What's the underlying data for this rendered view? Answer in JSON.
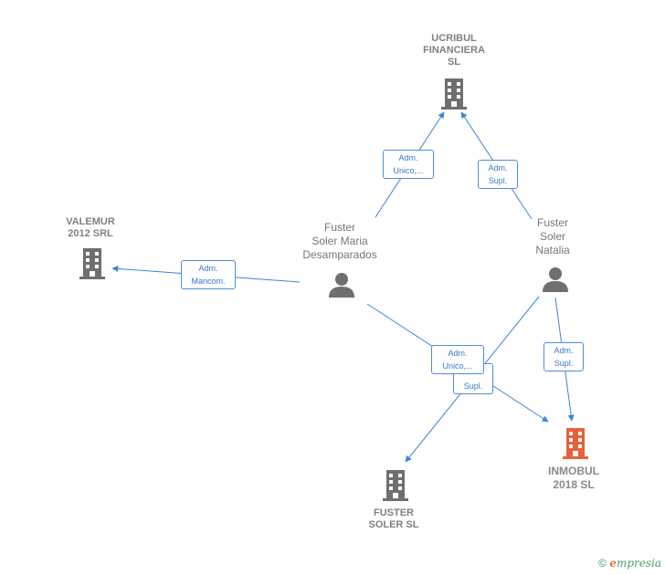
{
  "nodes": {
    "ucribul": {
      "label": "UCRIBUL\nFINANCIERA\nSL",
      "type": "company"
    },
    "valemur": {
      "label": "VALEMUR\n2012 SRL",
      "type": "company"
    },
    "fuster_maria": {
      "label": "Fuster\nSoler Maria\nDesamparados",
      "type": "person"
    },
    "fuster_natalia": {
      "label": "Fuster\nSoler\nNatalia",
      "type": "person"
    },
    "inmobul": {
      "label": "INMOBUL\n2018  SL",
      "type": "company",
      "highlight": true
    },
    "fuster_soler_sl": {
      "label": "FUSTER\nSOLER  SL",
      "type": "company"
    }
  },
  "edges": {
    "maria_ucribul": "Adm.\nUnico,...",
    "natalia_ucribul": "Adm.\nSupl.",
    "maria_valemur": "Adm.\nMancom.",
    "maria_inmobul": "Adm.\nUnico,...",
    "natalia_inmobul_b": "Supl.",
    "natalia_inmobul": "Adm.\nSupl."
  },
  "colors": {
    "edge": "#3a86d9",
    "company_icon": "#6f6f6f",
    "highlight_icon": "#e8603a",
    "person_icon": "#6f6f6f"
  },
  "footer": {
    "copyright": "©",
    "brand_first": "e",
    "brand_rest": "mpresia"
  }
}
